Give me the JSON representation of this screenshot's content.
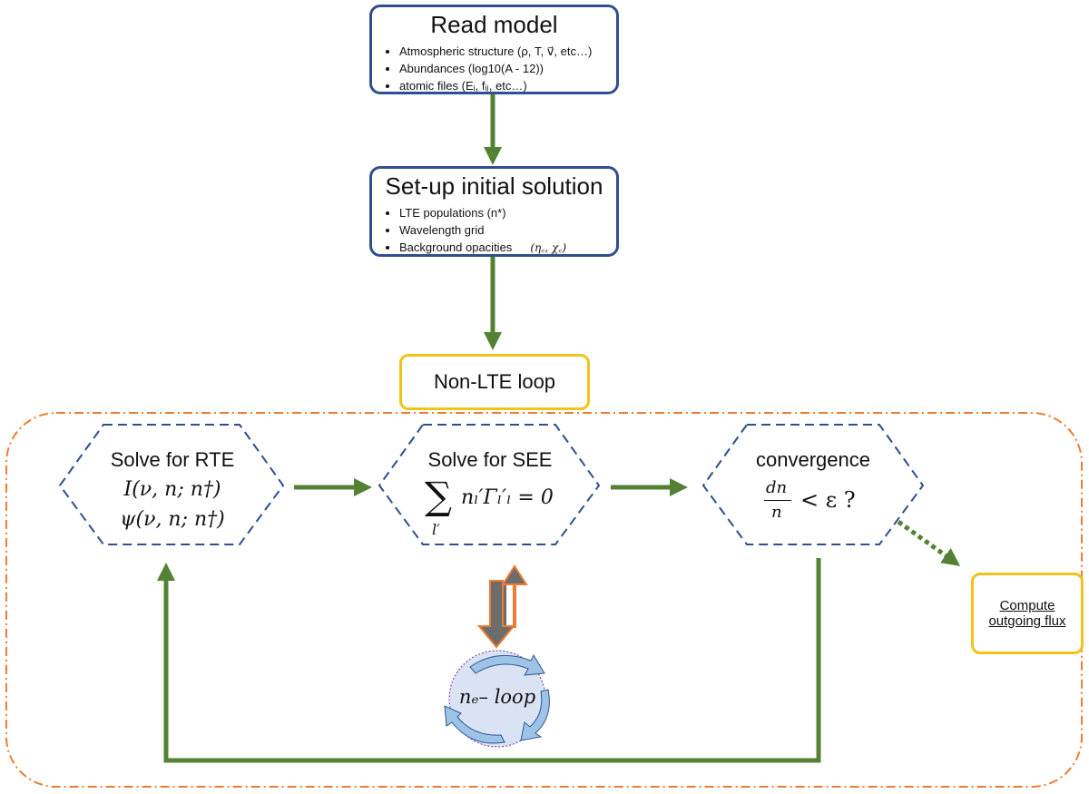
{
  "read_model": {
    "title": "Read model",
    "items": [
      "Atmospheric structure (ρ, T, v⃗, etc…)",
      "Abundances (log10(A - 12))",
      "atomic files (Eᵢ, fᵢⱼ, etc…)"
    ]
  },
  "setup": {
    "title": "Set-up initial solution",
    "items": [
      "LTE populations (n*)",
      "Wavelength grid",
      "Background opacities"
    ],
    "opacities_note": "(η꜀, χ꜀)"
  },
  "nonlte": {
    "label": "Non-LTE loop"
  },
  "rte": {
    "title": "Solve for RTE",
    "eq1": "I(ν, n; n†)",
    "eq2": "ψ(ν, n; n†)"
  },
  "see": {
    "title": "Solve for SEE",
    "sum": "∑",
    "sum_index": "l′",
    "eq": "nₗ′Γₗ′ₗ = 0"
  },
  "convergence": {
    "title": "convergence",
    "numerator": "dn",
    "denominator": "n",
    "condition": "< ε ?"
  },
  "ne_loop": {
    "label": "nₑ– loop"
  },
  "flux": {
    "line1": "Compute",
    "line2": "outgoing flux"
  },
  "colors": {
    "arrow_green": "#548235",
    "box_blue": "#2f4f8f",
    "box_yellow": "#f2c318",
    "dashdot_orange": "#ed7d31",
    "updown_fill": "#6d6d6d",
    "updown_border": "#ed7d31",
    "circle_fill": "#dae3f3",
    "cycle_arrow": "#9dc3e6"
  }
}
